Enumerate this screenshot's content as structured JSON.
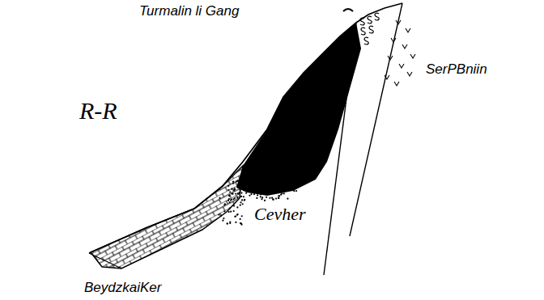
{
  "diagram": {
    "labels": [
      "Turmalin li Gang",
      "SerPBniin",
      "R-R",
      "Cevher",
      "BeydzkaiKer"
    ]
  }
}
